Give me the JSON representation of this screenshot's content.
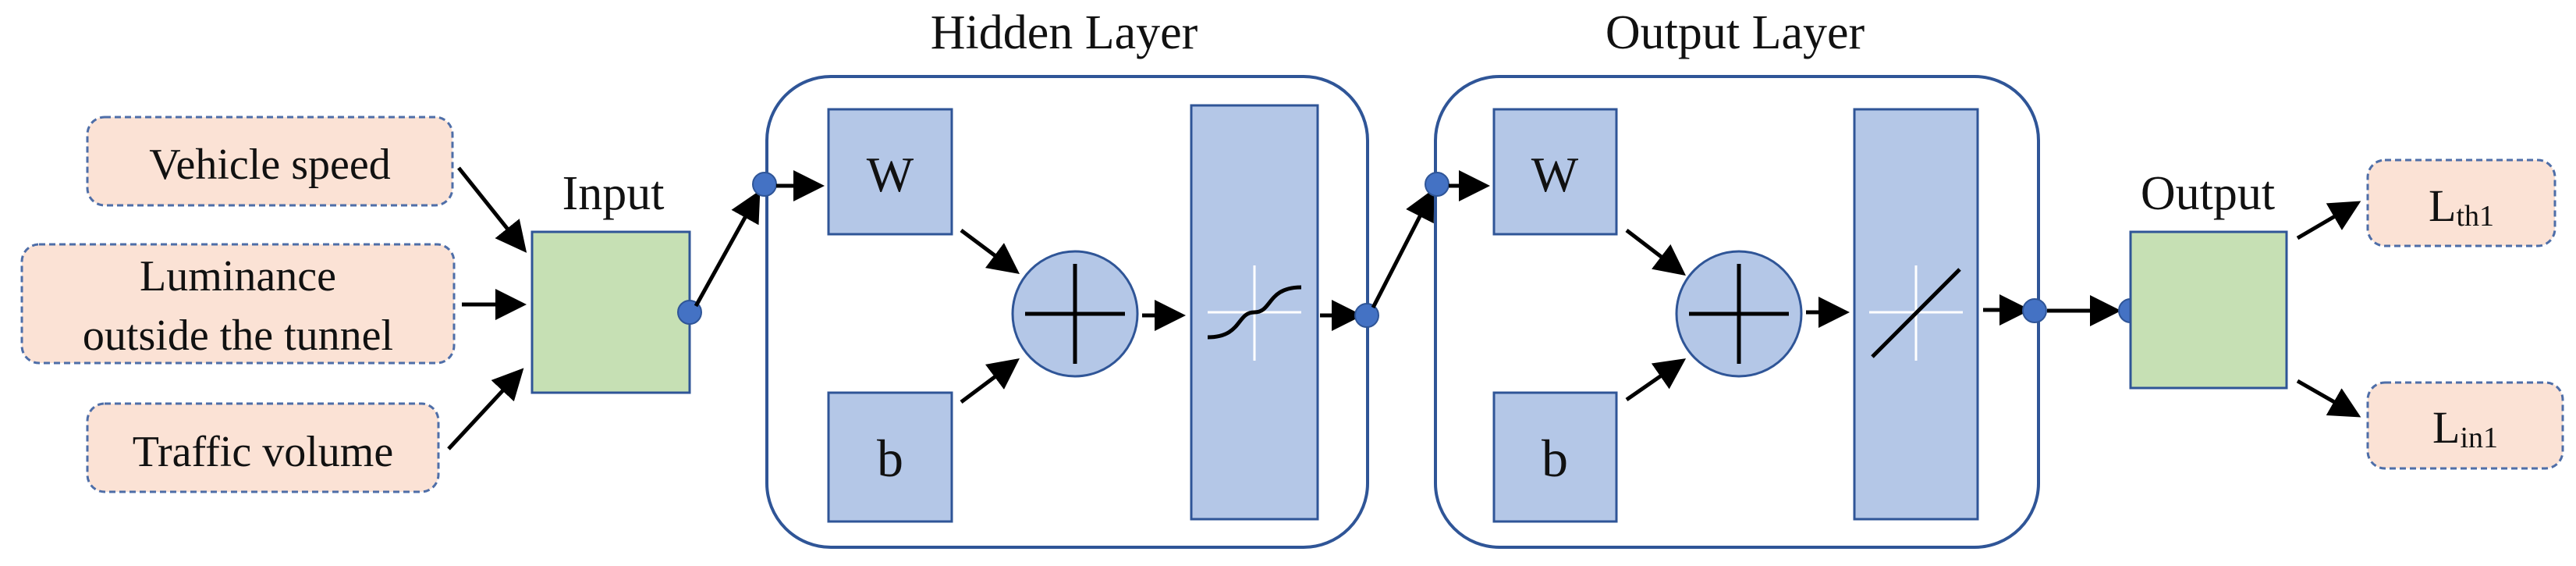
{
  "inputs": [
    {
      "label": "Vehicle speed"
    },
    {
      "line1": "Luminance",
      "line2": "outside the tunnel"
    },
    {
      "label": "Traffic volume"
    }
  ],
  "input_title": "Input",
  "hidden_layer": {
    "title": "Hidden Layer",
    "weight_label": "W",
    "bias_label": "b",
    "activation": "sigmoid"
  },
  "output_layer": {
    "title": "Output Layer",
    "weight_label": "W",
    "bias_label": "b",
    "activation": "linear"
  },
  "output_title": "Output",
  "outputs": [
    {
      "main": "L",
      "sub": "th1"
    },
    {
      "main": "L",
      "sub": "in1"
    }
  ],
  "colors": {
    "input_box_fill": "#fbe2d5",
    "input_box_stroke": "#4e6ea8",
    "node_fill": "#c6e0b4",
    "node_stroke": "#2f5597",
    "block_fill": "#b4c7e7",
    "block_stroke": "#2f5597",
    "layer_stroke": "#2f5597",
    "dot_fill": "#4472c4",
    "arrow": "#000000"
  }
}
